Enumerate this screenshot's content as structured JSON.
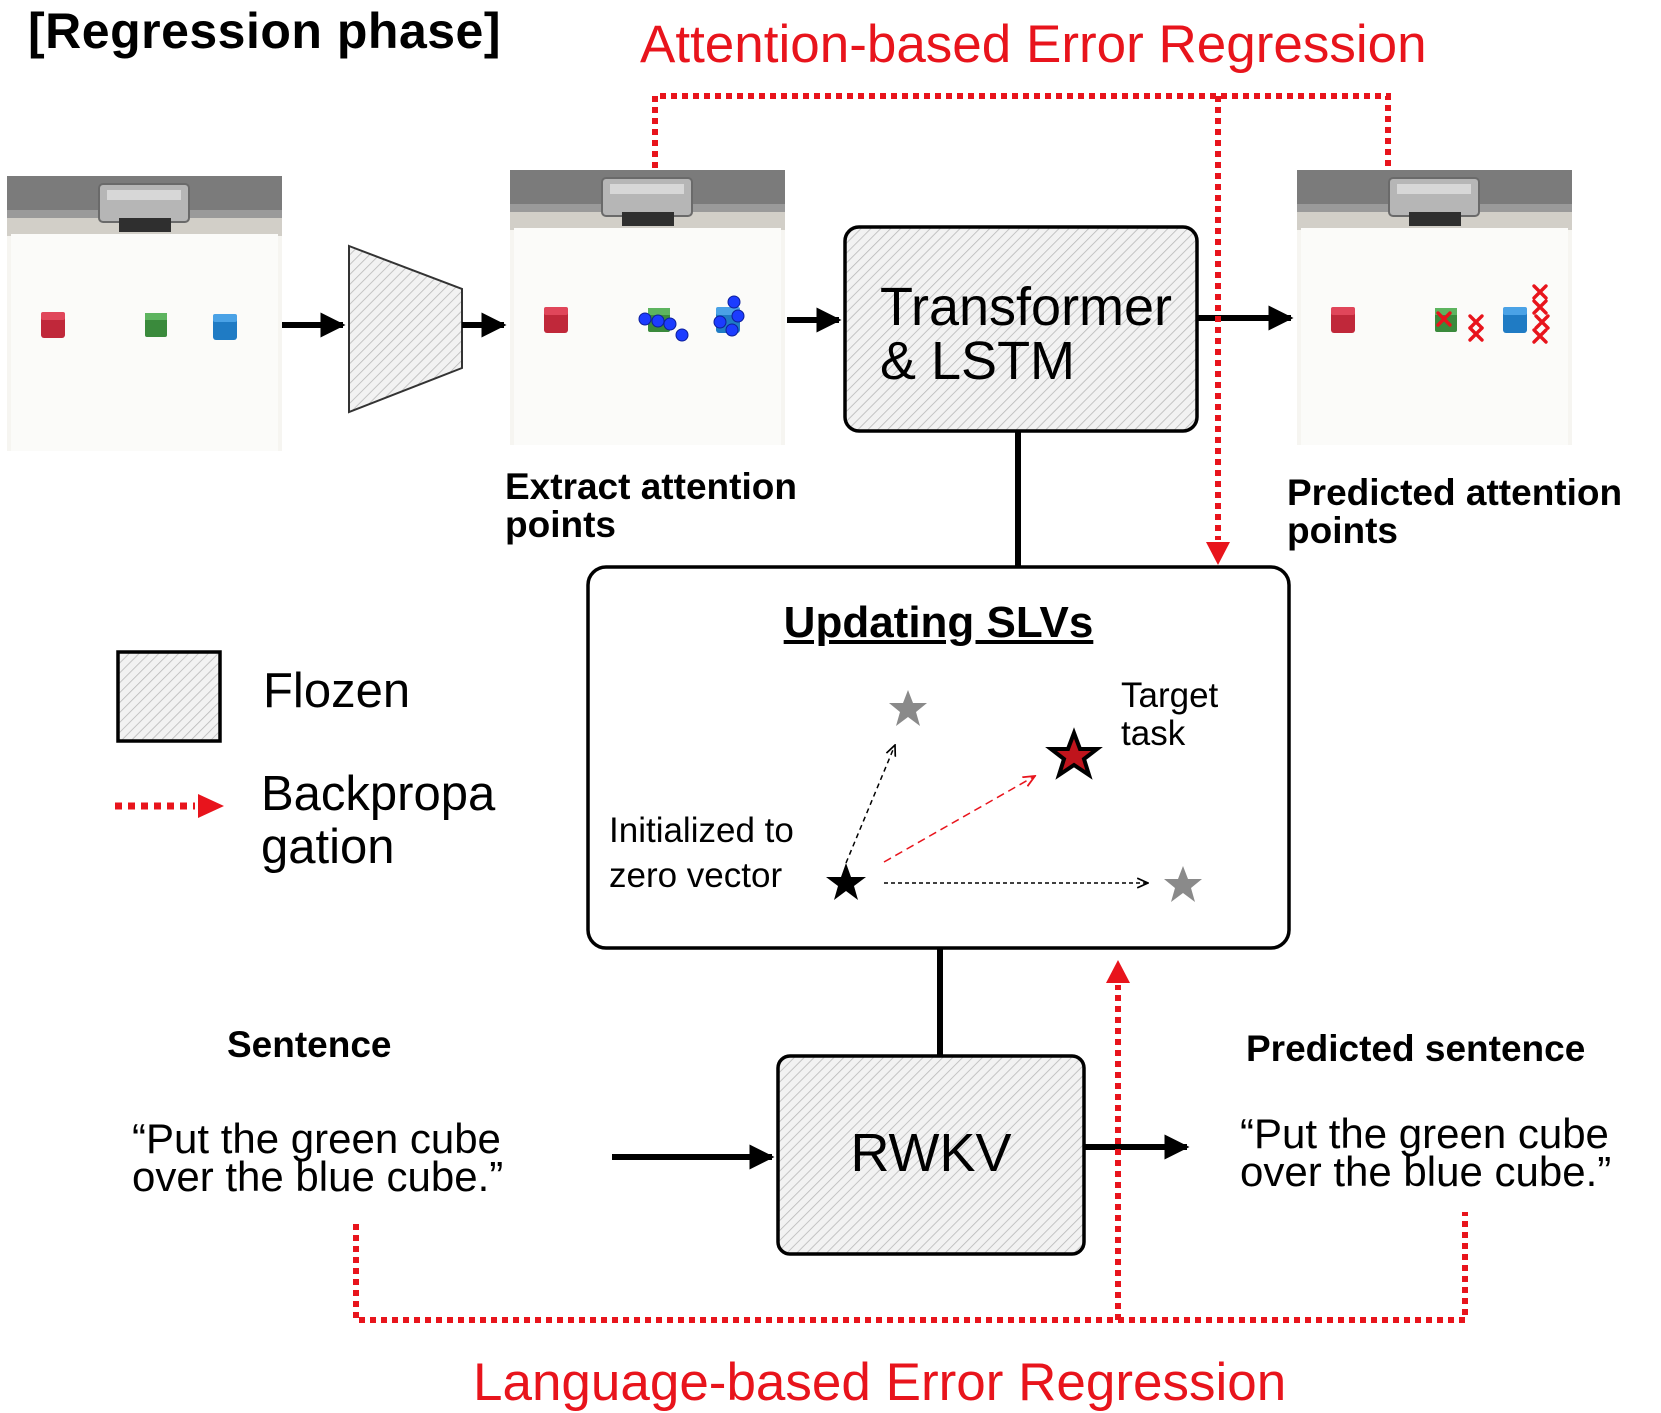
{
  "heading": "[Regression phase]",
  "attention_regression_title": "Attention-based Error Regression",
  "language_regression_title": "Language-based Error Regression",
  "captions": {
    "extract": [
      "Extract attention",
      "points"
    ],
    "predicted_points": [
      "Predicted attention",
      "points"
    ],
    "sentence": "Sentence",
    "predicted_sentence": "Predicted sentence"
  },
  "modules": {
    "transformer": [
      "Transformer",
      "& LSTM"
    ],
    "rwkv": "RWKV",
    "slv_title": "Updating SLVs"
  },
  "slv": {
    "init_label": [
      "Initialized to",
      "zero vector"
    ],
    "target_label": [
      "Target",
      "task"
    ]
  },
  "legend": {
    "frozen": "Flozen",
    "backprop": [
      "Backpropa",
      "gation"
    ]
  },
  "sentences": {
    "input": [
      "“Put the green cube",
      "over the blue cube.”"
    ],
    "predicted": [
      "“Put the green cube",
      "over the blue cube.”"
    ]
  },
  "colors": {
    "backprop_red": "#e8141c",
    "frozen_fill": "#e9e9e9",
    "target_star": "#c0141c",
    "candidate_star": "#8a8a8a",
    "cube_red": "#c0283a",
    "cube_green": "#3a8a3c",
    "cube_blue": "#1f7bc4",
    "attention_point": "#1c3cff",
    "predicted_cross": "#e8141c"
  },
  "icons": [
    "robot-gripper-icon",
    "star-icon",
    "cross-icon",
    "cube-icon"
  ]
}
